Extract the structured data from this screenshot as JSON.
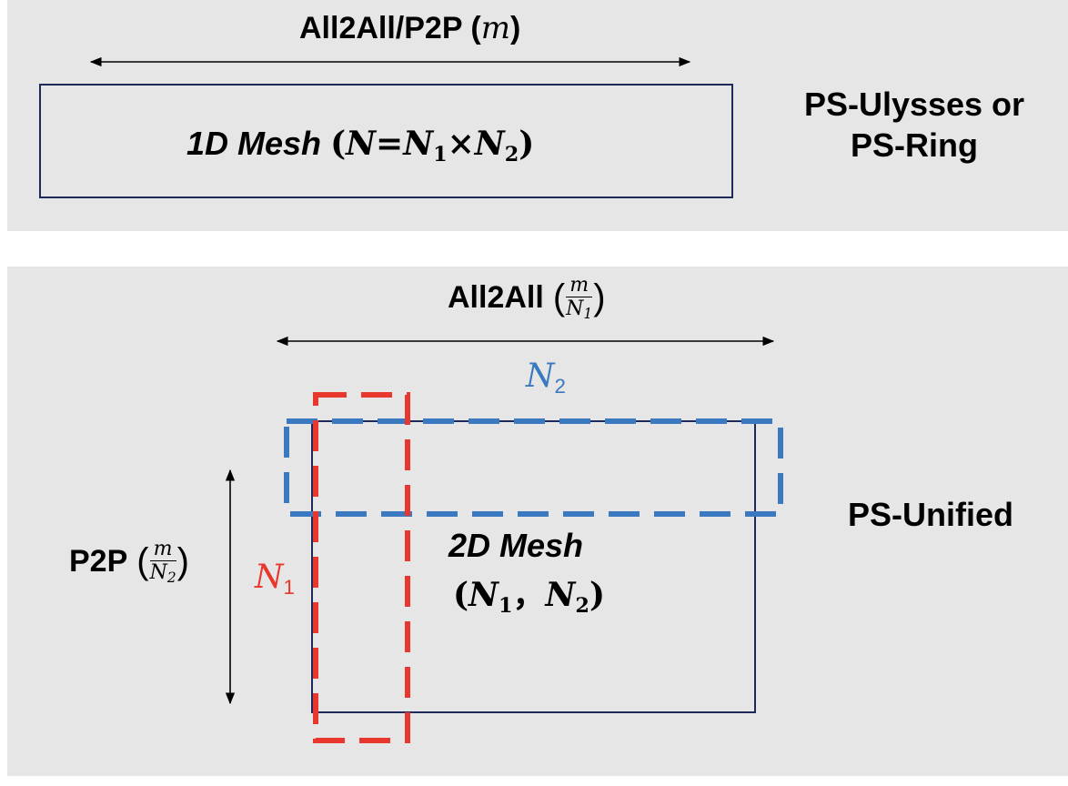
{
  "top": {
    "comm_label": "All2All/P2P",
    "comm_var": "m",
    "mesh_title": "1D Mesh",
    "mesh_formula": {
      "lhs": "N",
      "eq": "=",
      "n1": "N",
      "n1_sub": "1",
      "times": "×",
      "n2": "N",
      "n2_sub": "2"
    },
    "method_line1": "PS-Ulysses or",
    "method_line2": "PS-Ring"
  },
  "bottom": {
    "all2all_label": "All2All",
    "all2all_frac": {
      "num": "m",
      "den": "N",
      "den_sub": "1"
    },
    "p2p_label": "P2P",
    "p2p_frac": {
      "num": "m",
      "den": "N",
      "den_sub": "2"
    },
    "n1_label": {
      "base": "N",
      "sub": "1"
    },
    "n2_label": {
      "base": "N",
      "sub": "2"
    },
    "mesh_title": "2D Mesh",
    "mesh_dims": {
      "n1": "N",
      "n1_sub": "1",
      "sep": "，",
      "n2": "N",
      "n2_sub": "2"
    },
    "method": "PS-Unified"
  },
  "colors": {
    "panel_bg": "#e6e6e6",
    "mesh_border": "#1f2a5a",
    "n1_group": "#e8372c",
    "n2_group": "#3a78c0",
    "arrow": "#000000"
  }
}
